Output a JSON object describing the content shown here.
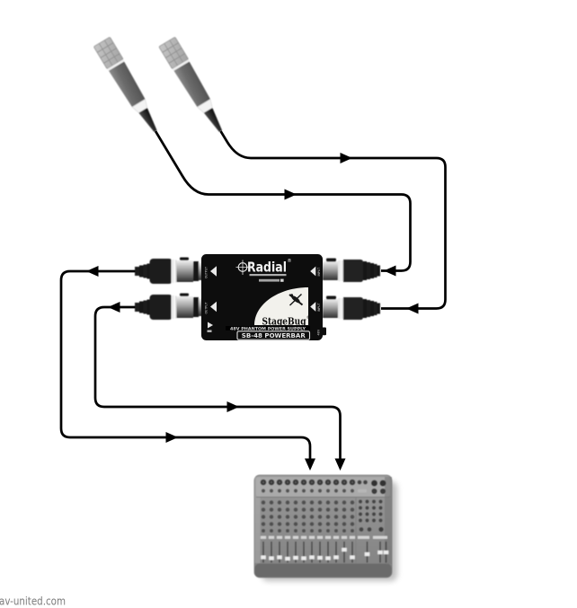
{
  "diagram": {
    "title_semantic": "microphones to StageBug SB-48 phantom power supply to mixer hookup diagram",
    "device": {
      "brand": "Radial",
      "brand_reg": "®",
      "product": "StageBug",
      "product_reg": "®",
      "subtitle": "48V PHANTOM POWER SUPPLY",
      "model": "SB-48 POWERBAR",
      "side_label": "48V",
      "ports": {
        "outputs": [
          {
            "label": "OUTPUT"
          },
          {
            "label": "OUTPUT"
          }
        ],
        "inputs": [
          {
            "label": "INPUT"
          },
          {
            "label": "INPUT"
          }
        ]
      }
    },
    "watermark": "av-united.com",
    "colors": {
      "background": "#ffffff",
      "cable": "#000000",
      "device_body": "#101010",
      "device_wedge": "#f2f1ec",
      "mixer_panel": "#8e8e8e",
      "mixer_top_strip": "#a9a9a9",
      "watermark_gray": "#7f7f7f"
    }
  }
}
